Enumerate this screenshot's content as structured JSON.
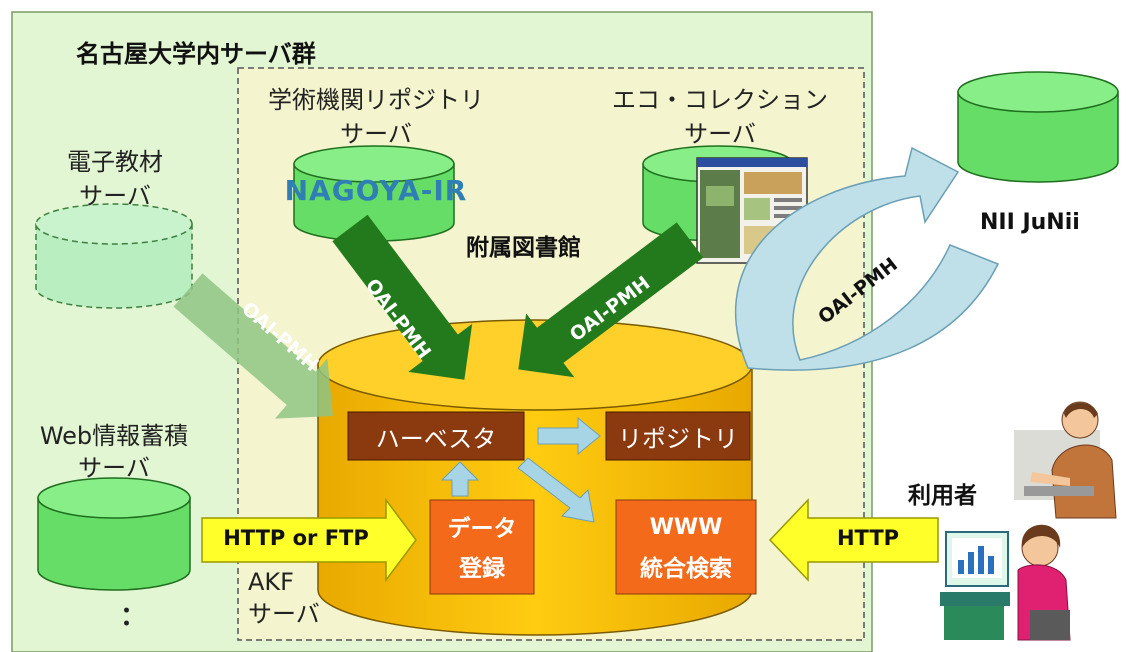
{
  "group": {
    "title": "名古屋大学内サーバ群"
  },
  "library": {
    "label": "附属図書館"
  },
  "servers": {
    "ir": {
      "line1": "学術機関リポジトリ",
      "line2": "サーバ",
      "logo": "NAGOYA-IR"
    },
    "eco": {
      "line1": "エコ・コレクション",
      "line2": "サーバ"
    },
    "elearn": {
      "line1": "電子教材",
      "line2": "サーバ"
    },
    "web": {
      "line1": "Web情報蓄積",
      "line2": "サーバ"
    },
    "akf": {
      "line1": "AKF",
      "line2": "サーバ"
    },
    "nii": {
      "label": "NII JuNii"
    }
  },
  "boxes": {
    "harvester": "ハーベスタ",
    "repository": "リポジトリ",
    "data_reg_1": "データ",
    "data_reg_2": "登録",
    "www_1": "WWW",
    "www_2": "統合検索"
  },
  "arrows": {
    "oai_1": "OAI-PMH",
    "oai_2": "OAI-PMH",
    "oai_3": "OAI-PMH",
    "oai_4": "OAI-PMH",
    "http_ftp": "HTTP or FTP",
    "http": "HTTP"
  },
  "users": {
    "label": "利用者"
  },
  "ellipsis": "："
}
